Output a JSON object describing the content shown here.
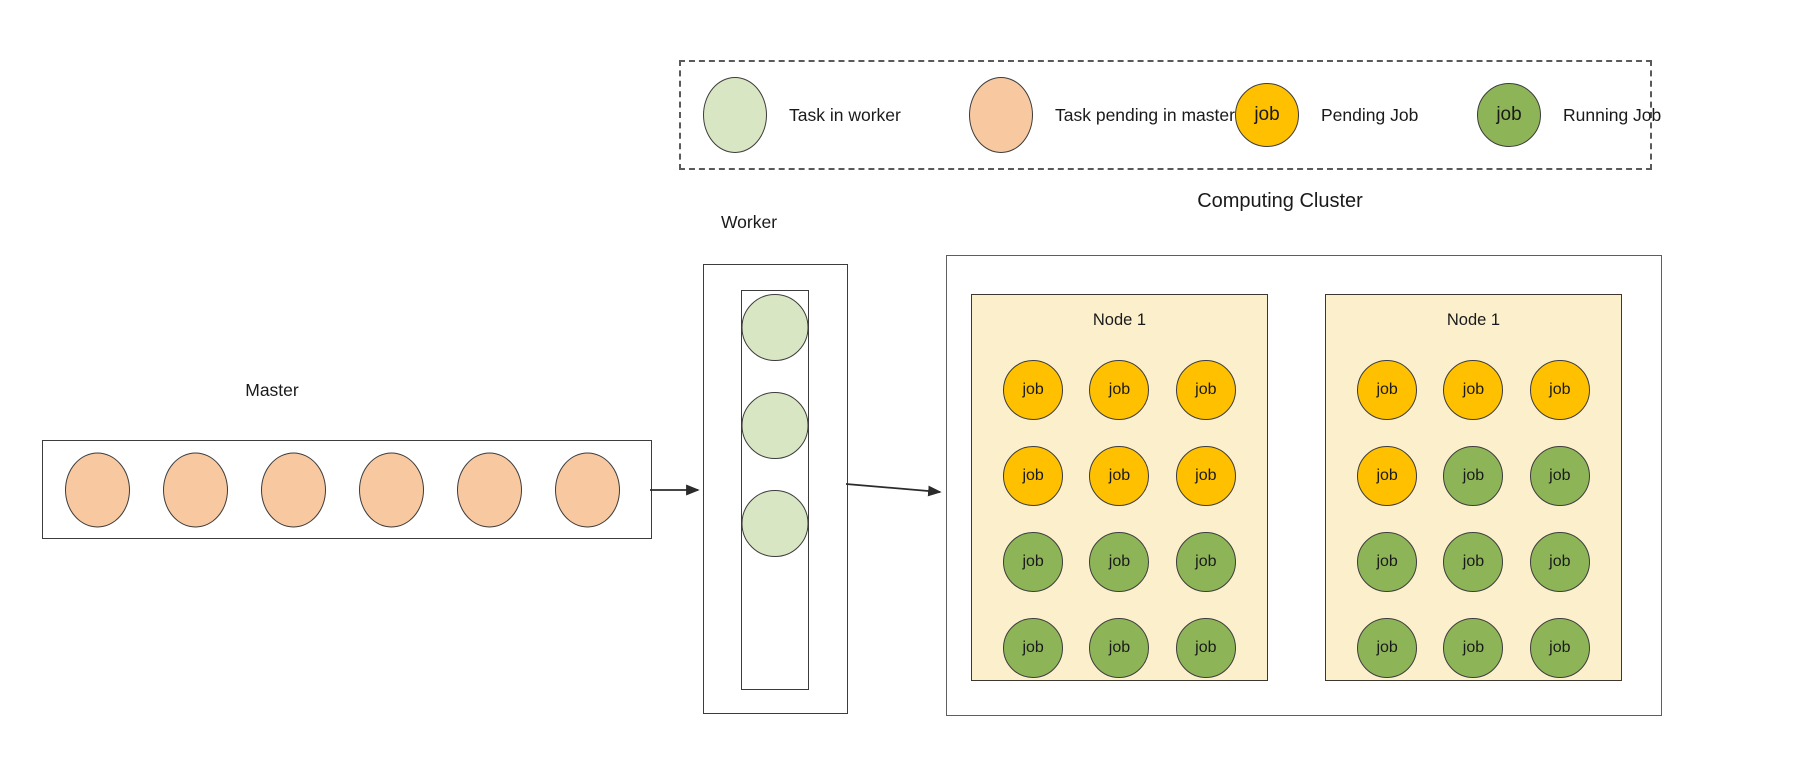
{
  "legend": {
    "items": [
      {
        "name": "task-in-worker",
        "label": "Task in worker",
        "inner": "",
        "shape": "ellipse",
        "color": "#D9E6C3"
      },
      {
        "name": "task-pending-master",
        "label": "Task pending in master",
        "inner": "",
        "shape": "ellipse",
        "color": "#F8C9A0"
      },
      {
        "name": "pending-job",
        "label": "Pending Job",
        "inner": "job",
        "shape": "circle",
        "color": "#FFC000"
      },
      {
        "name": "running-job",
        "label": "Running Job",
        "inner": "job",
        "shape": "circle",
        "color": "#8DB557"
      }
    ]
  },
  "master": {
    "caption": "Master",
    "tasks": [
      "",
      "",
      "",
      "",
      "",
      ""
    ]
  },
  "worker": {
    "caption": "Worker",
    "tasks": [
      "",
      "",
      ""
    ]
  },
  "cluster": {
    "caption": "Computing Cluster",
    "nodes": [
      {
        "title": "Node 1",
        "jobs": [
          {
            "label": "job",
            "state": "pending"
          },
          {
            "label": "job",
            "state": "pending"
          },
          {
            "label": "job",
            "state": "pending"
          },
          {
            "label": "job",
            "state": "pending"
          },
          {
            "label": "job",
            "state": "pending"
          },
          {
            "label": "job",
            "state": "pending"
          },
          {
            "label": "job",
            "state": "running"
          },
          {
            "label": "job",
            "state": "running"
          },
          {
            "label": "job",
            "state": "running"
          },
          {
            "label": "job",
            "state": "running"
          },
          {
            "label": "job",
            "state": "running"
          },
          {
            "label": "job",
            "state": "running"
          }
        ]
      },
      {
        "title": "Node 1",
        "jobs": [
          {
            "label": "job",
            "state": "pending"
          },
          {
            "label": "job",
            "state": "pending"
          },
          {
            "label": "job",
            "state": "pending"
          },
          {
            "label": "job",
            "state": "pending"
          },
          {
            "label": "job",
            "state": "running"
          },
          {
            "label": "job",
            "state": "running"
          },
          {
            "label": "job",
            "state": "running"
          },
          {
            "label": "job",
            "state": "running"
          },
          {
            "label": "job",
            "state": "running"
          },
          {
            "label": "job",
            "state": "running"
          },
          {
            "label": "job",
            "state": "running"
          },
          {
            "label": "job",
            "state": "running"
          }
        ]
      }
    ]
  },
  "colors": {
    "pending_job": "#FFC000",
    "running_job": "#8DB557",
    "worker_task": "#D9E6C3",
    "master_task": "#F8C9A0",
    "node_background": "#FCEFCC",
    "stroke": "#3c3c3c"
  }
}
